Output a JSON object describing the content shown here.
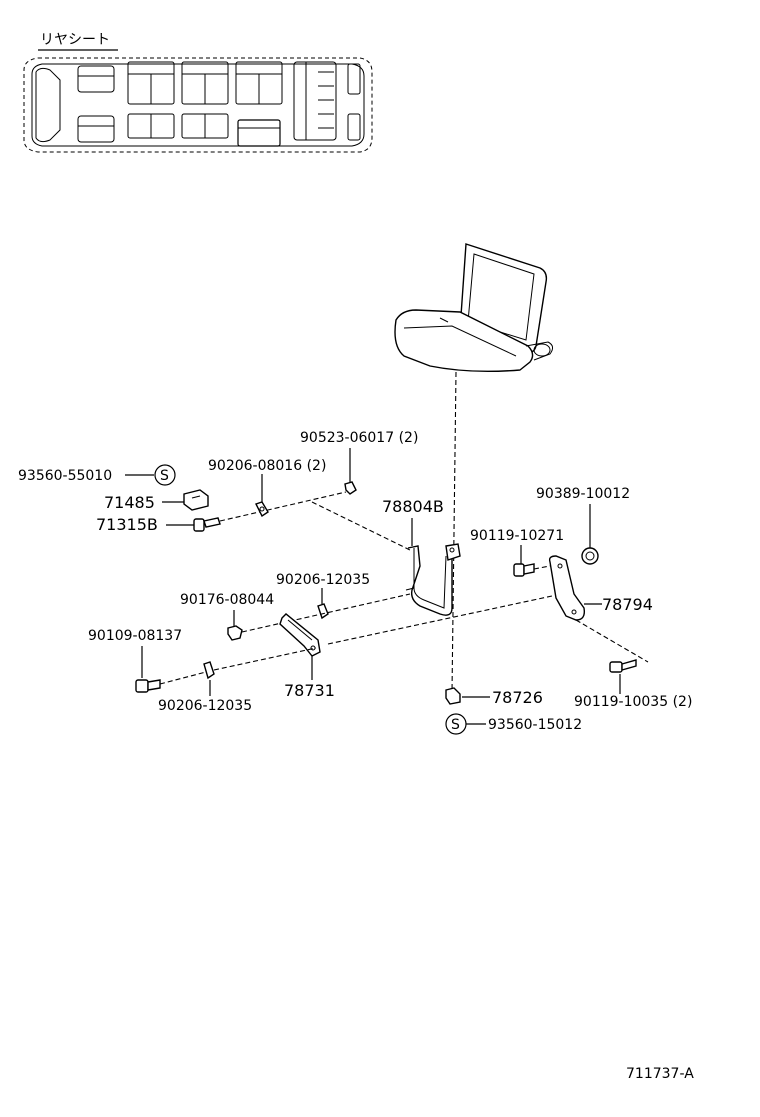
{
  "header": {
    "title": "リヤシート"
  },
  "footer": {
    "code": "711737-A"
  },
  "labels": {
    "p93560_55010": "93560-55010",
    "p71485": "71485",
    "p71315b": "71315B",
    "p90206_08016": "90206-08016 (2)",
    "p90523_06017": "90523-06017 (2)",
    "p78804b": "78804B",
    "p90389_10012": "90389-10012",
    "p90119_10271": "90119-10271",
    "p78794": "78794",
    "p90206_12035_a": "90206-12035",
    "p90176_08044": "90176-08044",
    "p90109_08137": "90109-08137",
    "p78731": "78731",
    "p90206_12035_b": "90206-12035",
    "p78726": "78726",
    "p93560_15012": "93560-15012",
    "p90119_10035": "90119-10035 (2)"
  },
  "symbols": {
    "s_marker": "S"
  }
}
